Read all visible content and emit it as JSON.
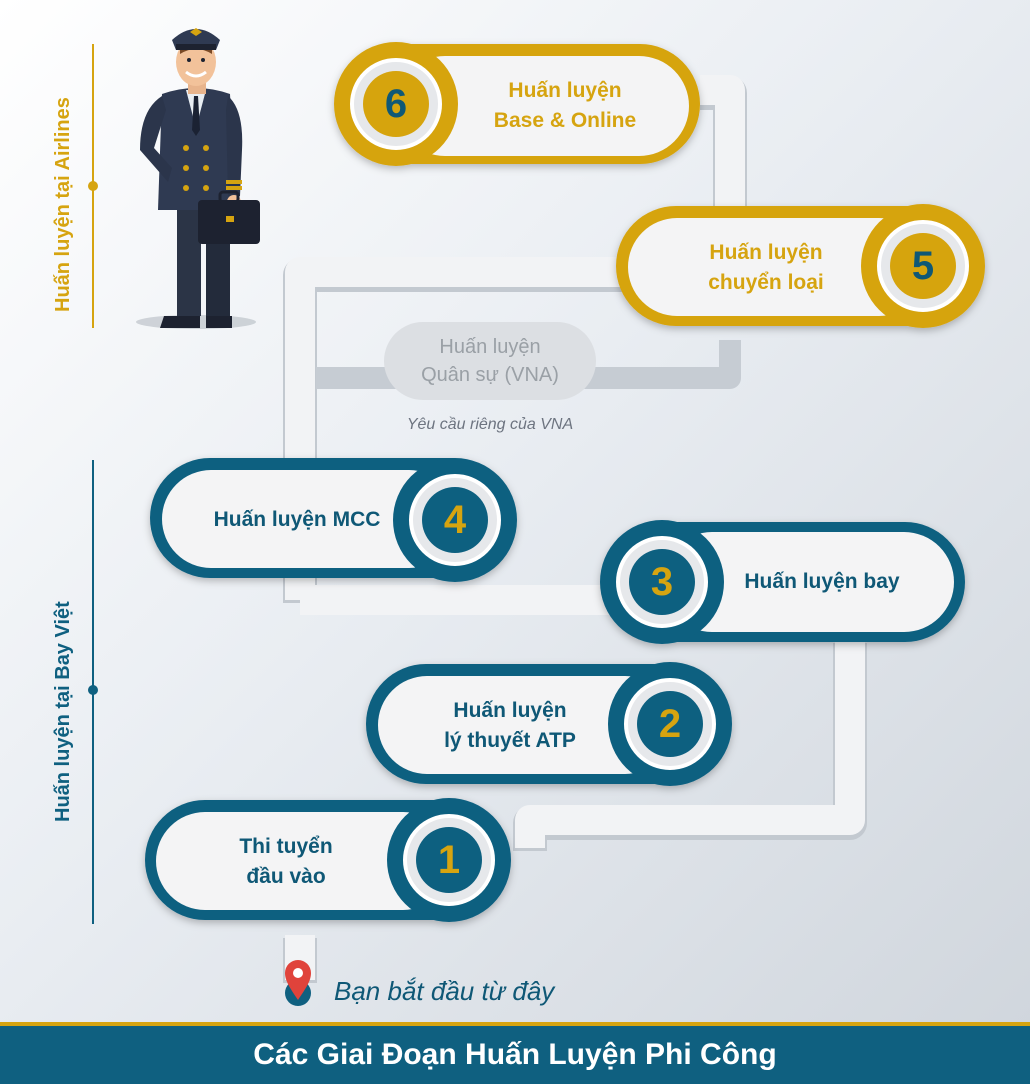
{
  "side_labels": {
    "airlines": "Huấn luyện tại Airlines",
    "bay_viet": "Huấn luyện tại Bay Việt"
  },
  "steps": [
    {
      "number": "1",
      "line1": "Thi tuyển",
      "line2": "đầu vào",
      "stage": "Bay Việt",
      "color": "#0f6080"
    },
    {
      "number": "2",
      "line1": "Huấn luyện",
      "line2": "lý thuyết ATP",
      "stage": "Bay Việt",
      "color": "#0f6080"
    },
    {
      "number": "3",
      "line1": "Huấn luyện bay",
      "line2": "",
      "stage": "Bay Việt",
      "color": "#0f6080"
    },
    {
      "number": "4",
      "line1": "Huấn luyện MCC",
      "line2": "",
      "stage": "Bay Việt",
      "color": "#0f6080"
    },
    {
      "number": "5",
      "line1": "Huấn luyện",
      "line2": "chuyển loại",
      "stage": "Airlines",
      "color": "#d6a410"
    },
    {
      "number": "6",
      "line1": "Huấn luyện",
      "line2": "Base & Online",
      "stage": "Airlines",
      "color": "#d6a410"
    }
  ],
  "optional_step": {
    "line1": "Huấn luyện",
    "line2": "Quân sự  (VNA)",
    "note": "Yêu cầu riêng của VNA"
  },
  "start_text": "Bạn bắt đầu từ đây",
  "footer_title": "Các Giai Đoạn Huấn Luyện Phi Công",
  "icons": {
    "pilot": "pilot-illustration",
    "start": "location-pin-icon"
  },
  "colors": {
    "teal": "#0f6080",
    "gold": "#d6a410",
    "path": "#f2f3f5"
  }
}
